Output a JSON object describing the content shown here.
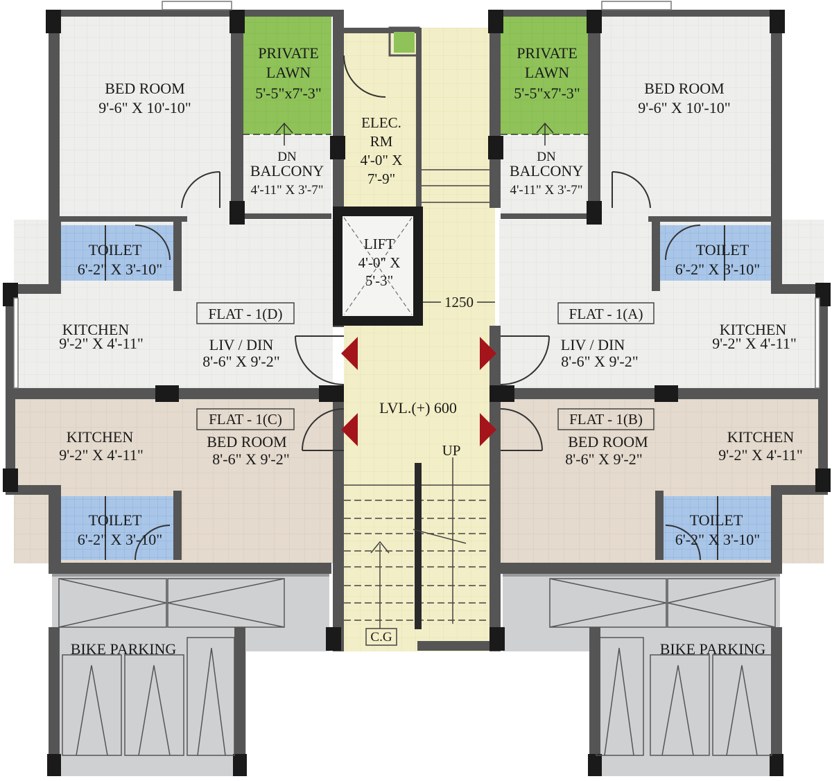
{
  "colors": {
    "wall": "#4a4a4a",
    "wall_dark": "#2a2a2a",
    "floor_light": "#ededea",
    "floor_beige": "#e3d9cc",
    "lawn": "#8fc35a",
    "toilet": "#a9c6e8",
    "corridor": "#f2edc4",
    "parking": "#cfd0d2",
    "arrow": "#a3141b"
  },
  "rooms": {
    "left_bedroom_top": {
      "name": "BED ROOM",
      "size": "9'-6\" X 10'-10\""
    },
    "right_bedroom_top": {
      "name": "BED ROOM",
      "size": "9'-6\" X 10'-10\""
    },
    "left_lawn": {
      "name1": "PRIVATE",
      "name2": "LAWN",
      "size": "5'-5\"x7'-3\""
    },
    "right_lawn": {
      "name1": "PRIVATE",
      "name2": "LAWN",
      "size": "5'-5\"x7'-3\""
    },
    "left_balcony": {
      "dn": "DN",
      "name": "BALCONY",
      "size": "4'-11\" X 3'-7\""
    },
    "right_balcony": {
      "dn": "DN",
      "name": "BALCONY",
      "size": "4'-11\" X 3'-7\""
    },
    "elec_room": {
      "l1": "ELEC.",
      "l2": "RM",
      "l3": "4'-0\" X",
      "l4": "7'-9\""
    },
    "lift": {
      "l1": "LIFT",
      "l2": "4'-0\" X",
      "l3": "5'-3\""
    },
    "dimension_1250": "1250",
    "toilet_tl": {
      "name": "TOILET",
      "size": "6'-2\" X 3'-10\""
    },
    "toilet_tr": {
      "name": "TOILET",
      "size": "6'-2\" X 3'-10\""
    },
    "toilet_bl": {
      "name": "TOILET",
      "size": "6'-2\" X 3'-10\""
    },
    "toilet_br": {
      "name": "TOILET",
      "size": "6'-2\" X 3'-10\""
    },
    "flat_d": "FLAT - 1(D)",
    "flat_a": "FLAT - 1(A)",
    "flat_c": "FLAT - 1(C)",
    "flat_b": "FLAT - 1(B)",
    "kitchen_d": {
      "name": "KITCHEN",
      "size": "9'-2\" X 4'-11\""
    },
    "kitchen_a": {
      "name": "KITCHEN",
      "size": "9'-2\" X 4'-11\""
    },
    "kitchen_c": {
      "name": "KITCHEN",
      "size": "9'-2\" X 4'-11\""
    },
    "kitchen_b": {
      "name": "KITCHEN",
      "size": "9'-2\" X 4'-11\""
    },
    "livdin_d": {
      "name": "LIV / DIN",
      "size": "8'-6\" X 9'-2\""
    },
    "livdin_a": {
      "name": "LIV / DIN",
      "size": "8'-6\" X 9'-2\""
    },
    "bedroom_c": {
      "name": "BED ROOM",
      "size": "8'-6\" X 9'-2\""
    },
    "bedroom_b": {
      "name": "BED ROOM",
      "size": "8'-6\" X 9'-2\""
    },
    "level": "LVL.(+) 600",
    "up": "UP",
    "cg": "C.G",
    "bike_left": "BIKE PARKING",
    "bike_right": "BIKE PARKING"
  }
}
